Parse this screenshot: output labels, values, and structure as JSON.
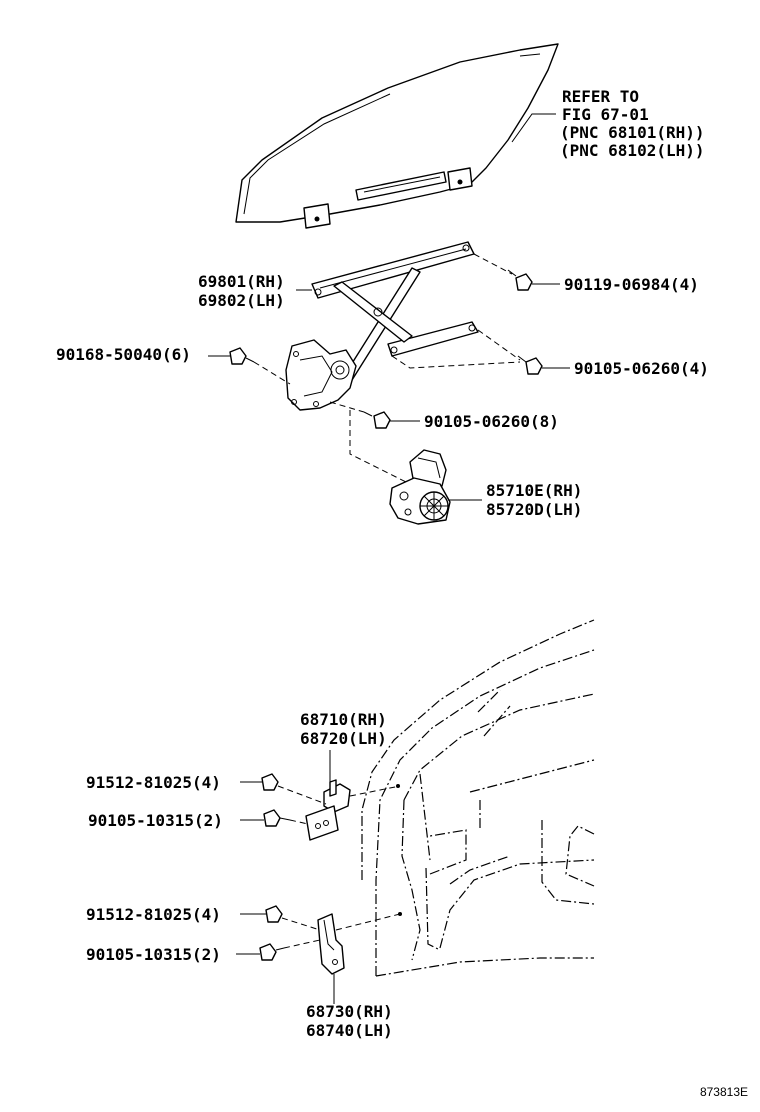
{
  "labels": {
    "refer_line1": "REFER TO",
    "refer_line2": "FIG 67-01",
    "refer_line3": "(PNC 68101(RH))",
    "refer_line4": "(PNC 68102(LH))",
    "regulator_rh": "69801(RH)",
    "regulator_lh": "69802(LH)",
    "bolt_90119": "90119-06984(4)",
    "bolt_90168": "90168-50040(6)",
    "bolt_90105_06260_a": "90105-06260(4)",
    "bolt_90105_06260_b": "90105-06260(8)",
    "motor_rh": "85710E(RH)",
    "motor_lh": "85720D(LH)",
    "upper_hinge_rh": "68710(RH)",
    "upper_hinge_lh": "68720(LH)",
    "bolt_91512_upper": "91512-81025(4)",
    "bolt_90105_10315_upper": "90105-10315(2)",
    "bolt_91512_lower": "91512-81025(4)",
    "bolt_90105_10315_lower": "90105-10315(2)",
    "lower_hinge_rh": "68730(RH)",
    "lower_hinge_lh": "68740(LH)",
    "figure_id": "873813E"
  }
}
